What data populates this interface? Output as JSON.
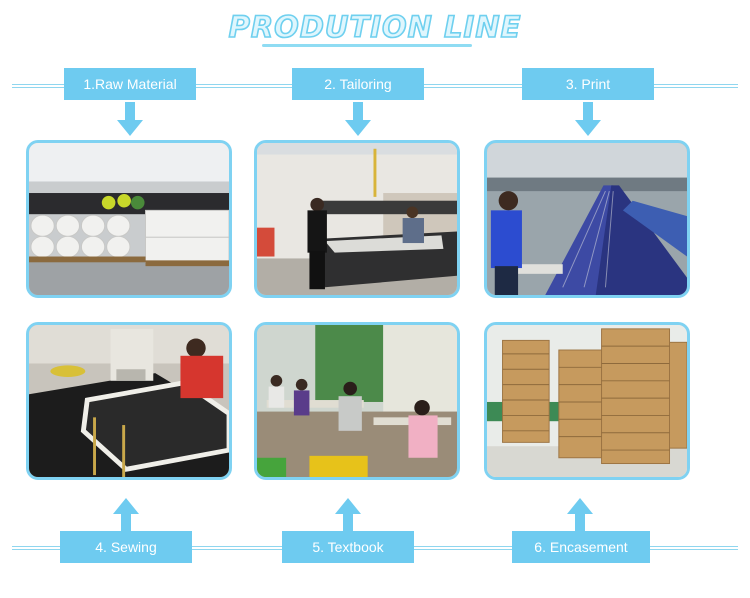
{
  "title": "PRODUTION LINE",
  "colors": {
    "accent": "#6ecbf0",
    "frame": "#7fd2f2",
    "title_fill": "#dff6fd",
    "title_stroke": "#6fd0ef"
  },
  "steps": [
    {
      "label": "1.Raw Material"
    },
    {
      "label": "2. Tailoring"
    },
    {
      "label": "3. Print"
    },
    {
      "label": "4. Sewing"
    },
    {
      "label": "5. Textbook"
    },
    {
      "label": "6. Encasement"
    }
  ]
}
